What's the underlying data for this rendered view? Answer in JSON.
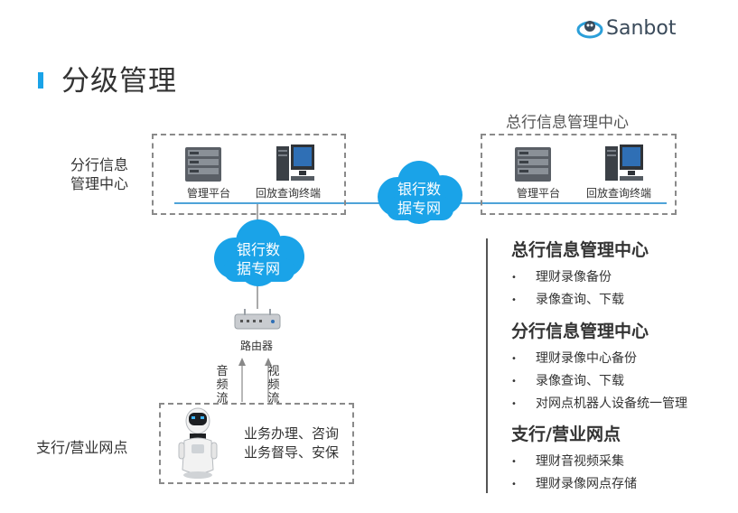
{
  "brand": {
    "name": "Sanbot"
  },
  "page": {
    "title": "分级管理"
  },
  "diagram": {
    "branch_center_label_line1": "分行信息",
    "branch_center_label_line2": "管理中心",
    "hq_center_label": "总行信息管理中心",
    "mgmt_platform_label": "管理平台",
    "playback_terminal_label": "回放查询终端",
    "cloud_label_line1": "银行数",
    "cloud_label_line2": "据专网",
    "router_label": "路由器",
    "audio_stream_label": [
      "音",
      "频",
      "流"
    ],
    "video_stream_label": [
      "视",
      "频",
      "流"
    ],
    "sub_branch_label": "支行/营业网点",
    "business_line1": "业务办理、咨询",
    "business_line2": "业务督导、安保"
  },
  "sections": [
    {
      "title": "总行信息管理中心",
      "items": [
        "理财录像备份",
        "录像查询、下载"
      ]
    },
    {
      "title": "分行信息管理中心",
      "items": [
        "理财录像中心备份",
        "录像查询、下载",
        "对网点机器人设备统一管理"
      ]
    },
    {
      "title": "支行/营业网点",
      "items": [
        "理财音视频采集",
        "理财录像网点存储"
      ]
    }
  ],
  "colors": {
    "accent": "#1aa3e8",
    "cloud": "#1aa3e8",
    "line": "#4ea3d8"
  },
  "icons": {
    "bullet": "bullet-dot-icon",
    "server": "server-icon",
    "computer": "computer-icon",
    "router": "router-icon",
    "robot": "robot-icon",
    "cloud": "cloud-icon"
  }
}
